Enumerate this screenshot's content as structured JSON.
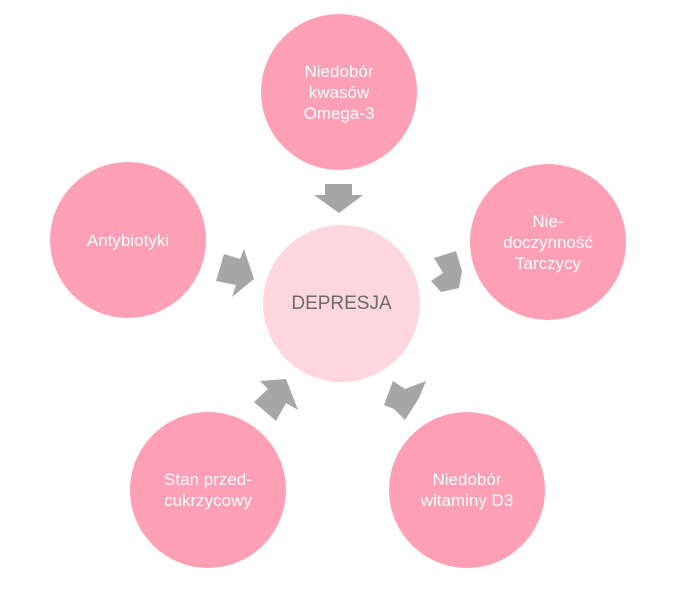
{
  "diagram": {
    "center": {
      "label": "DEPRESJA"
    },
    "causes": [
      {
        "id": "omega3",
        "label": "Niedobór\nkwasów\nOmega-3"
      },
      {
        "id": "thyroid",
        "label": "Nie-\ndoczynność\nTarczycy"
      },
      {
        "id": "vitd3",
        "label": "Niedobór\nwitaminy D3"
      },
      {
        "id": "prediabetes",
        "label": "Stan przed-\ncukrzycowy"
      },
      {
        "id": "antibiotics",
        "label": "Antybiotyki"
      }
    ],
    "colors": {
      "outer_fill": "#fd9fb5",
      "center_fill": "#fed6df",
      "arrow_fill": "#a6a6a6",
      "outer_text": "#ffffff",
      "center_text": "#6b6b6b"
    }
  }
}
